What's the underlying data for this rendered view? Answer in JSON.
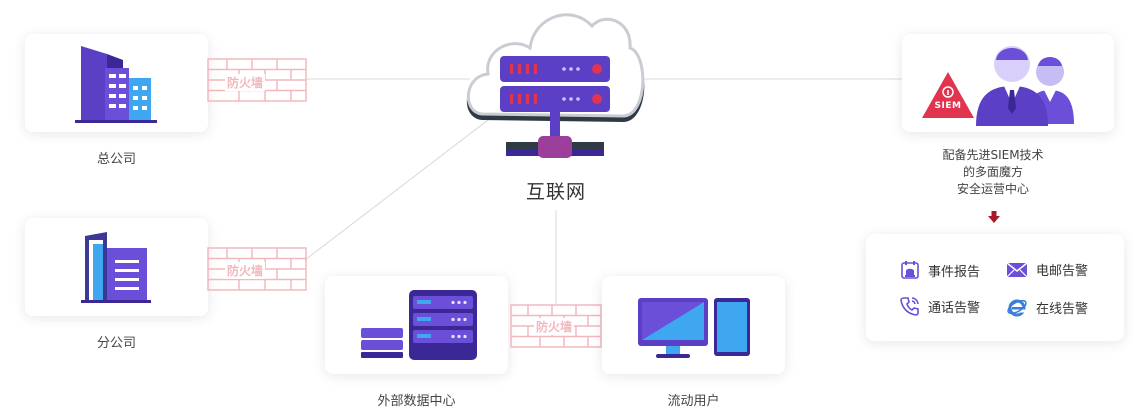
{
  "nodes": {
    "hq": {
      "label": "总公司"
    },
    "branch": {
      "label": "分公司"
    },
    "internet": {
      "label": "互联网"
    },
    "datacenter": {
      "label": "外部数据中心"
    },
    "mobile_users": {
      "label": "流动用户"
    },
    "siem": {
      "lines": [
        "配备先进SIEM技术",
        "的多面魔方",
        "安全运营中心"
      ],
      "badge": "SIEM"
    }
  },
  "firewall_label": "防火墙",
  "alerts": [
    {
      "label": "事件报告",
      "icon": "report-icon"
    },
    {
      "label": "电邮告警",
      "icon": "mail-icon"
    },
    {
      "label": "通话告警",
      "icon": "phone-icon"
    },
    {
      "label": "在线告警",
      "icon": "ie-icon"
    }
  ],
  "colors": {
    "accent": "#6b4fd8",
    "firewall": "#f2b8bd",
    "arrow": "#a8182b"
  }
}
